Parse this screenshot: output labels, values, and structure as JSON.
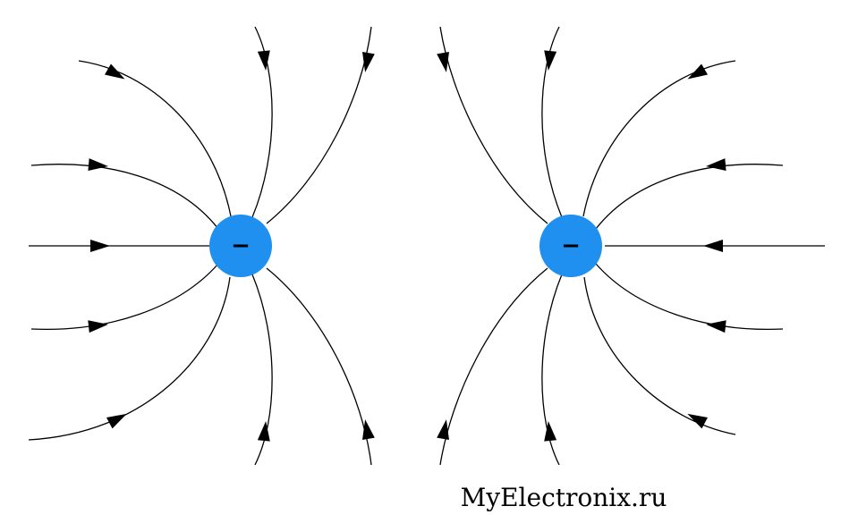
{
  "diagram": {
    "charges": [
      {
        "id": "left",
        "sign": "−",
        "color": "#1f8ff0"
      },
      {
        "id": "right",
        "sign": "−",
        "color": "#1f8ff0"
      }
    ],
    "watermark": "MyElectronix.ru"
  }
}
